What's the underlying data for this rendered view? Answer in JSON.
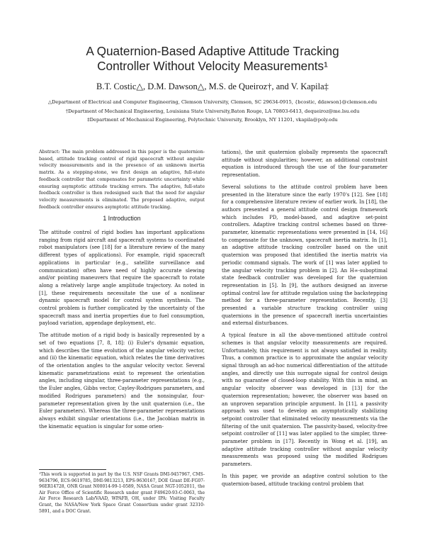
{
  "header": {
    "title_line1": "A Quaternion-Based Adaptive Attitude Tracking",
    "title_line2": "Controller Without Velocity Measurements¹",
    "authors": "B.T. Costic△, D.M. Dawson△, M.S. de Queiroz†, and V. Kapila‡",
    "affiliations": [
      "△Department of Electrical and Computer Engineering, Clemson University, Clemson, SC 29634-0915, {bcostic, ddawson}@clemson.edu",
      "†Department of Mechanical Engineering, Louisiana State University,Baton Rouge, LA 70803-6413, dequeiroz@me.lsu.edu",
      "‡Department of Mechanical Engineering, Polytechnic University, Brooklyn, NY 11201, vkapila@poly.edu"
    ]
  },
  "left_column": {
    "abstract": "Abstract: The main problem addressed in this paper is the quaternion-based, attitude tracking control of rigid spacecraft without angular velocity measurements and in the presence of an unknown inertia matrix. As a stepping-stone, we first design an adaptive, full-state feedback controller that compensates for parametric uncertainty while ensuring asymptotic attitude tracking errors. The adaptive, full-state feedback controller is then redesigned such that the need for angular velocity measurements is eliminated. The proposed adaptive, output feedback controller ensures asymptotic attitude tracking.",
    "section_heading": "1 Introduction",
    "para1": "The attitude control of rigid bodies has important applications ranging from rigid aircraft and spacecraft systems to coordinated robot manipulators (see [18] for a literature review of the many different types of applications). For example, rigid spacecraft applications in particular (e.g., satellite surveillance and communication) often have need of highly accurate slewing and/or pointing maneuvers that require the spacecraft to rotate along a relatively large angle amplitude trajectory. As noted in [1], these requirements necessitate the use of a nonlinear dynamic spacecraft model for control system synthesis. The control problem is further complicated by the uncertainty of the spacecraft mass and inertia properties due to fuel consumption, payload variation, appendage deployment, etc.",
    "para2": "The attitude motion of a rigid body is basically represented by a set of two equations [7, 8, 18]: (i) Euler's dynamic equation, which describes the time evolution of the angular velocity vector, and (ii) the kinematic equation, which relates the time derivatives of the orientation angles to the angular velocity vector. Several kinematic parametrizations exist to represent the orientation angles, including singular, three-parameter representations (e.g., the Euler angles, Gibbs vector, Cayley-Rodrigues parameters, and modified Rodrigues parameters) and the nonsingular, four-parameter representation given by the unit quaternion (i.e., the Euler parameters). Whereas the three-parameter representations always exhibit singular orientations (i.e., the Jacobian matrix in the kinematic equation is singular for some orien-",
    "footnote": "¹This work is supported in part by the U.S. NSF Grants DMI-9457967, CMS-9634796, ECS-9619785, DMI-9813213, EPS-9630167, DOE Grant DE-FG07-96ER14728, ONR Grant N00014-99-1-0589, NASA Grant NGT-1052011, the Air Force Office of Scientific Research under grant F49620-93-C-0063, the Air Force Research Lab/VAAD, WPAFB, OH, under IPA: Visiting Faculty Grant, the NASA/New York Space Grant Consortium under grant 32310-5891, and a DOC Grant."
  },
  "right_column": {
    "para1": "tations), the unit quaternion globally represents the spacecraft attitude without singularities; however, an additional constraint equation is introduced through the use of the four-parameter representation.",
    "para2": "Several solutions to the attitude control problem have been presented in the literature since the early 1970's [12]. See [18] for a comprehensive literature review of earlier work. In [18], the authors presented a general attitude control design framework which includes PD, model-based, and adaptive set-point controllers. Adaptive tracking control schemes based on three-parameter, kinematic representations were presented in [14, 16] to compensate for the unknown, spacecraft inertia matrix. In [1], an adaptive attitude tracking controller based on the unit quaternion was proposed that identified the inertia matrix via periodic command signals. The work of [1] was later applied to the angular velocity tracking problem in [2]. An H∞-suboptimal state feedback controller was developed for the quaternion representation in [5]. In [9], the authors designed an inverse optimal control law for attitude regulation using the backstepping method for a three-parameter representation. Recently, [3] presented a variable structure tracking controller using quaternions in the presence of spacecraft inertia uncertainties and external disturbances.",
    "para3": "A typical feature in all the above-mentioned attitude control schemes is that angular velocity measurements are required. Unfortunately, this requirement is not always satisfied in reality. Thus, a common practice is to approximate the angular velocity signal through an ad-hoc numerical differentiation of the attitude angles, and directly use this surrogate signal for control design with no guarantee of closed-loop stability. With this in mind, an angular velocity observer was developed in [13] for the quaternion representation; however, the observer was based on an unproven separation principle argument. In [11], a passivity approach was used to develop an asymptotically stabilizing setpoint controller that eliminated velocity measurements via the filtering of the unit quaternion. The passivity-based, velocity-free setpoint controller of [11] was later applied to the simpler, three-parameter problem in [17]. Recently in Wong et al. [19], an adaptive attitude tracking controller without angular velocity measurements was proposed using the modified Rodrigues parameters.",
    "para4": "In this paper, we provide an adaptive control solution to the quaternion-based, attitude tracking control problem that"
  }
}
